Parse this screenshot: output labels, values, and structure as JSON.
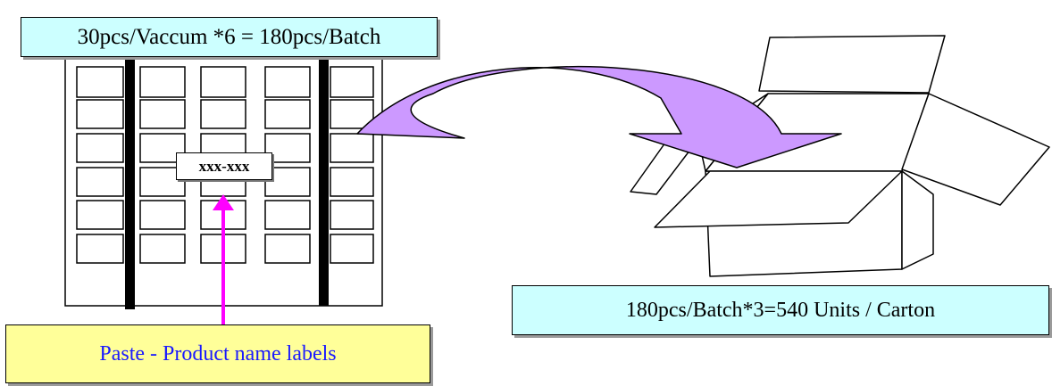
{
  "batch_label": "30pcs/Vaccum *6 = 180pcs/Batch",
  "carton_label": "180pcs/Batch*3=540  Units / Carton",
  "paste_label": "Paste - Product name labels",
  "product_code": "xxx-xxx",
  "colors": {
    "batch_box_fill": "#ccffff",
    "carton_box_fill": "#ccffff",
    "paste_box_fill": "#ffff99",
    "paste_text": "#1a1aff",
    "transfer_arrow_fill": "#cc99ff",
    "pointer_arrow": "#ff00ff"
  },
  "icons": [
    "vacuum-tray-icon",
    "open-carton-icon",
    "transfer-arrow-icon",
    "pointer-arrow-icon"
  ]
}
